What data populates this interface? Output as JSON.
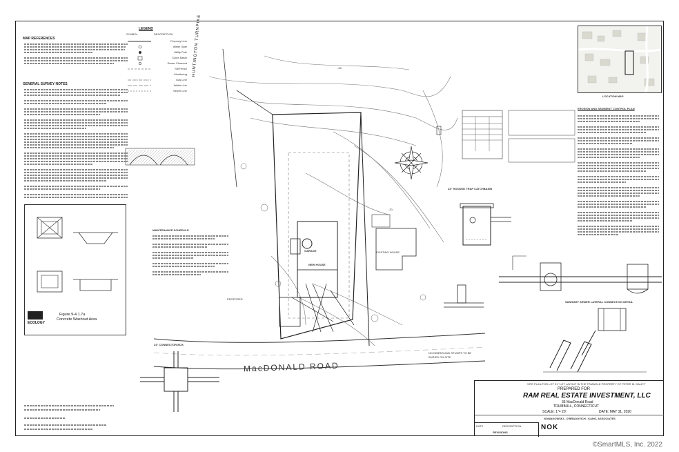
{
  "map_references": {
    "heading": "MAP REFERENCES"
  },
  "survey_notes": {
    "heading": "GENERAL SURVEY NOTES"
  },
  "legend": {
    "heading": "LEGEND",
    "col_symbol": "SYMBOL",
    "col_description": "DESCRIPTION",
    "items": [
      "Property Line",
      "Water Gate",
      "Utility Pole",
      "Catch Basin",
      "Sewer Cleanout",
      "Silt Fence",
      "Monitoring",
      "Gas Line",
      "Water Line",
      "Sewer Line"
    ]
  },
  "figure": {
    "caption_line1": "Figure 9-4.1.7a",
    "caption_line2": "Concrete Washout Area",
    "logo": "ECOLOGY"
  },
  "site": {
    "road": "MacDONALD ROAD",
    "turnpike": "HUNTINGTON TURNPIKE",
    "new_house": "NEW HOUSE",
    "garage": "GARAGE",
    "existing_house": "EXISTING HOUSE",
    "parcel_a": "-22-",
    "parcel_b": "-20-",
    "proposed_note": "PROPOSED"
  },
  "maintenance": {
    "heading": "MAINTENANCE SCHEDULE"
  },
  "connector_box": {
    "label": "24\" CONNECTOR BOX"
  },
  "catch_basin": {
    "label": "24\" HOODED TRAP CATCHBASIN"
  },
  "sewer_detail": {
    "label": "SANITARY SEWER LATERAL CONNECTION DETAIL"
  },
  "debris_note": {
    "line1": "NO DEBRIS AND STUMPS TO BE",
    "line2": "BURIED ON SITE."
  },
  "location_map": {
    "label": "LOCATION MAP"
  },
  "erosion": {
    "heading": "EROSION AND SEDIMENT CONTROL PLAN"
  },
  "title_block": {
    "header": "SITE PLAN FOR LOT 21 \"LOT LAYOUT IN THE TRIANGLE PROPERTY OF PETER M. DALEY\"",
    "prepared_for": "PREPARED FOR",
    "company": "RAM REAL ESTATE INVESTMENT, LLC",
    "address": "35 MacDonald Road",
    "town": "TRUMBULL, CONNECTICUT",
    "scale": "SCALE: 1\"= 20'",
    "date": "DATE: MAY 31, 2020",
    "firm": "NOWAKOWSKI - O'BRADOVICH - KANG, ASSOCIATES",
    "logo": "NOK",
    "revisions": "REVISIONS",
    "date_col": "DATE",
    "description_col": "DESCRIPTION"
  },
  "footer": {
    "copyright": "©SmartMLS, Inc.  2022"
  },
  "colors": {
    "line": "#222222",
    "paper": "#ffffff",
    "faint": "#888888"
  }
}
